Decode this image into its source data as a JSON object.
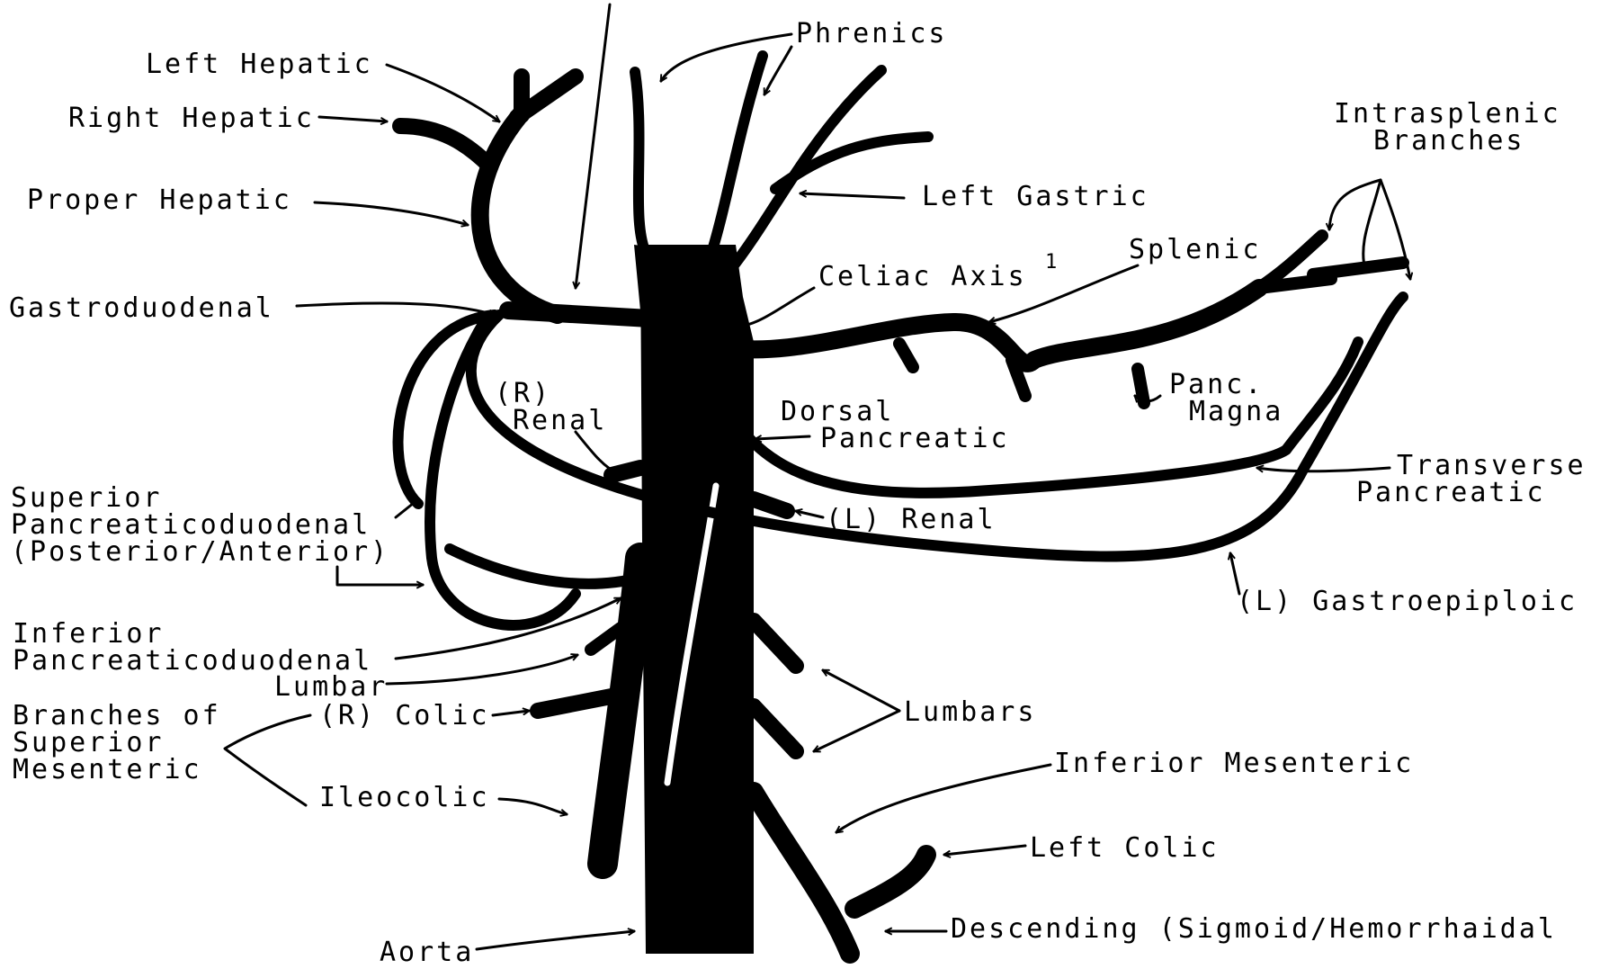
{
  "diagram": {
    "labels": {
      "phrenics": "Phrenics",
      "left_hepatic": "Left Hepatic",
      "right_hepatic": "Right Hepatic",
      "proper_hepatic": "Proper Hepatic",
      "intrasplenic_1": "Intrasplenic",
      "intrasplenic_2": "Branches",
      "left_gastric": "Left Gastric",
      "splenic": "Splenic",
      "celiac_axis": "Celiac Axis",
      "celiac_sup": "1",
      "gastroduodenal": "Gastroduodenal",
      "r_renal_1": "(R)",
      "r_renal_2": "Renal",
      "panc_magna_1": "Panc.",
      "panc_magna_2": "Magna",
      "dorsal_panc_1": "Dorsal",
      "dorsal_panc_2": "Pancreatic",
      "transverse_panc_1": "Transverse",
      "transverse_panc_2": "Pancreatic",
      "superior_pd_1": "Superior",
      "superior_pd_2": "Pancreaticoduodenal",
      "superior_pd_3": "(Posterior/Anterior)",
      "l_renal": "(L) Renal",
      "l_gastroepiploic": "(L) Gastroepiploic",
      "inferior_pd_1": "Inferior",
      "inferior_pd_2": "Pancreaticoduodenal",
      "lumbar": "Lumbar",
      "branches_sm_1": "Branches of",
      "branches_sm_2": "Superior",
      "branches_sm_3": "Mesenteric",
      "r_colic": "(R) Colic",
      "lumbars": "Lumbars",
      "inferior_mesenteric": "Inferior Mesenteric",
      "ileocolic": "Ileocolic",
      "left_colic": "Left Colic",
      "descending": "Descending (Sigmoid/Hemorrhaidal",
      "aorta": "Aorta"
    }
  }
}
